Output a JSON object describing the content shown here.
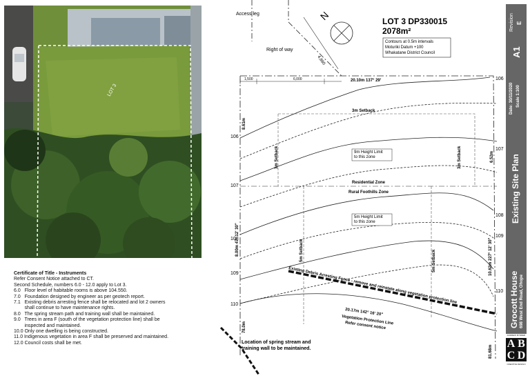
{
  "lot": {
    "title": "LOT 3 DP330015",
    "area": "2078m²"
  },
  "contour_note": [
    "Contours at 0.5m intervals",
    "Moturiki Datum +100",
    "Whakatane District Council"
  ],
  "north": "N",
  "labels": {
    "access_leg": "Access leg",
    "right_of_way": "Right of way",
    "dim_4880": "4,880",
    "dim_1500": "1,500",
    "dim_6000": "6,000",
    "boundary_top": "20.10m 137° 29'",
    "boundary_bottom": "20.17m 142° 16' 20\"",
    "left_top_dim": "8.61m",
    "left_bottom_dim": "8.00m 47° 12' 30\"",
    "left_lower_dim": "78.0m",
    "right_top_dim": "6.52m",
    "right_lower_dim": "10.62m 227° 12' 30\"",
    "right_base_dim": "81.68m",
    "setback_3m": "3m Setback",
    "setback_5m": "5m Setback",
    "height_limit_9m": "9m Height Limit\nto this zone",
    "height_limit_5m": "5m Height Limit\nto this zone",
    "residential_zone": "Residential Zone",
    "rural_foothills_zone": "Rural Foothills Zone",
    "debris_fence": "Existing Debris Arresting Fence - remove and reinstate along vegetation protection line",
    "vegetation_line": "Vegetation Protection Line",
    "consent_notice": "Refer consent notice",
    "spring_stream": "Location of spring stream and\ntraining wall to be maintained.",
    "lot_on_photo": "LOT 3"
  },
  "contour_labels": {
    "left": [
      "106",
      "107",
      "108",
      "109",
      "110"
    ],
    "right": [
      "106",
      "107",
      "108",
      "109",
      "110"
    ]
  },
  "notes": {
    "title": "Certificate of Title - Instruments",
    "lines": [
      "Refer Consent Notice attached to CT.",
      "Second Schedule, numbers 6.0 - 12.0 apply to Lot 3.",
      "6.0   Floor level of habitable rooms is above 104.550.",
      "7.0   Foundation designed by engineer as per geotech report.",
      "7.1   Existing debris arresting fence shall be relocated and lot 2 owners",
      "        shall continue to have maintenance rights.",
      "8.0   The spring stream path and training wall shall be maintained.",
      "9.0   Trees in area F (south of the vegetation protection line) shall be",
      "        inspected and maintained.",
      "10.0 Only one dwelling is being constructed.",
      "11.0 Indigenous vegetation in area F shall be preserved and maintained.",
      "12.0 Council costs shall be met."
    ]
  },
  "titleblock": {
    "revision_label": "Revision",
    "revision": "E",
    "sheet": "A1",
    "date": "Date: 30/11/2020",
    "scale": "Scale 1:100",
    "drawing_title": "Existing Site Plan",
    "project": "Grocott House",
    "address": "698 West End Road, Ohope",
    "designer": "ANDREW BYDDER",
    "firm": "CREATIVE DESIGN",
    "logo_letters": [
      "A",
      "B",
      "C",
      "D"
    ]
  },
  "colors": {
    "grass": "#7a9b3c",
    "trees": "#2f4f22",
    "roof": "#8a9aa6",
    "titleblock": "#666666"
  }
}
